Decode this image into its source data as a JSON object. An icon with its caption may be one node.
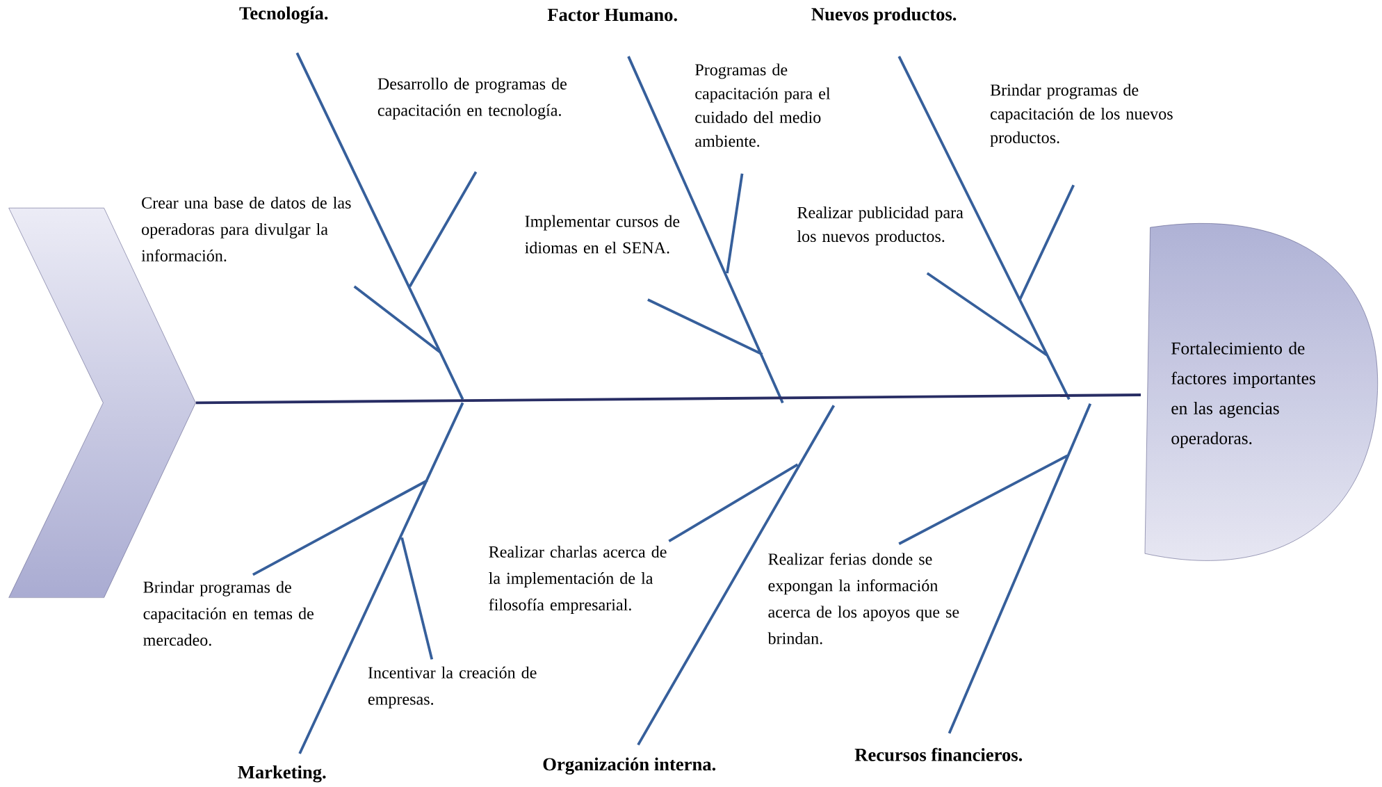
{
  "diagram": {
    "nodes": [
      {
        "text": [],
        "shape": "chevron"
      },
      {
        "text": [
          "Fortalecimiento de factores importantes en las agencias operadoras."
        ]
      }
    ],
    "edges": [
      {
        "from": 0,
        "to": 1,
        "arrow": "none"
      }
    ],
    "labels": [
      "Tecnología.",
      "Factor Humano.",
      "Nuevos productos.",
      "Desarrollo de programas de capacitación en tecnología.",
      "Crear una base de datos de las operadoras para divulgar la información.",
      "Programas de capacitación para el cuidado del medio ambiente.",
      "Implementar cursos de idiomas en el SENA.",
      "Brindar programas de capacitación de los nuevos productos.",
      "Realizar publicidad para los nuevos productos.",
      "Brindar programas de capacitación en temas de mercadeo.",
      "Incentivar la creación de empresas.",
      "Realizar charlas acerca de la implementación de la filosofía empresarial.",
      "Realizar ferias donde se expongan la información acerca de los apoyos que se brindan.",
      "Marketing.",
      "Organización interna.",
      "Recursos financieros."
    ]
  }
}
